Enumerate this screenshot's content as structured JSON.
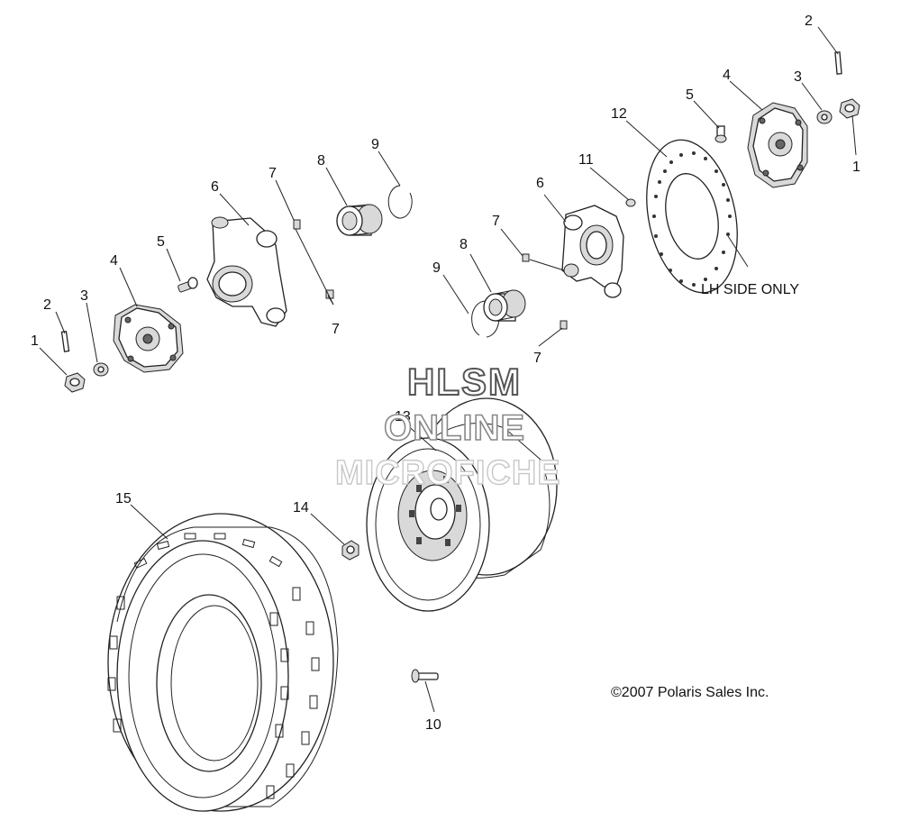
{
  "callouts": {
    "c1_left": "1",
    "c2_left": "2",
    "c3_left": "3",
    "c4_left": "4",
    "c5_left": "5",
    "c6_left": "6",
    "c7_left_top": "7",
    "c7_left_bottom": "7",
    "c8_left": "8",
    "c9_left": "9",
    "c1_right": "1",
    "c2_right": "2",
    "c3_right": "3",
    "c4_right": "4",
    "c5_right": "5",
    "c6_right": "6",
    "c7_right_top": "7",
    "c7_right_bottom": "7",
    "c8_right": "8",
    "c9_right": "9",
    "c10": "10",
    "c11": "11",
    "c12": "12",
    "c13": "13",
    "c14": "14",
    "c15": "15"
  },
  "notes": {
    "lh_side_only": "LH SIDE ONLY",
    "copyright": "©2007 Polaris Sales Inc."
  },
  "watermark": {
    "line1": "HLSM",
    "line2": "ONLINE",
    "line3": "MICROFICHE"
  }
}
